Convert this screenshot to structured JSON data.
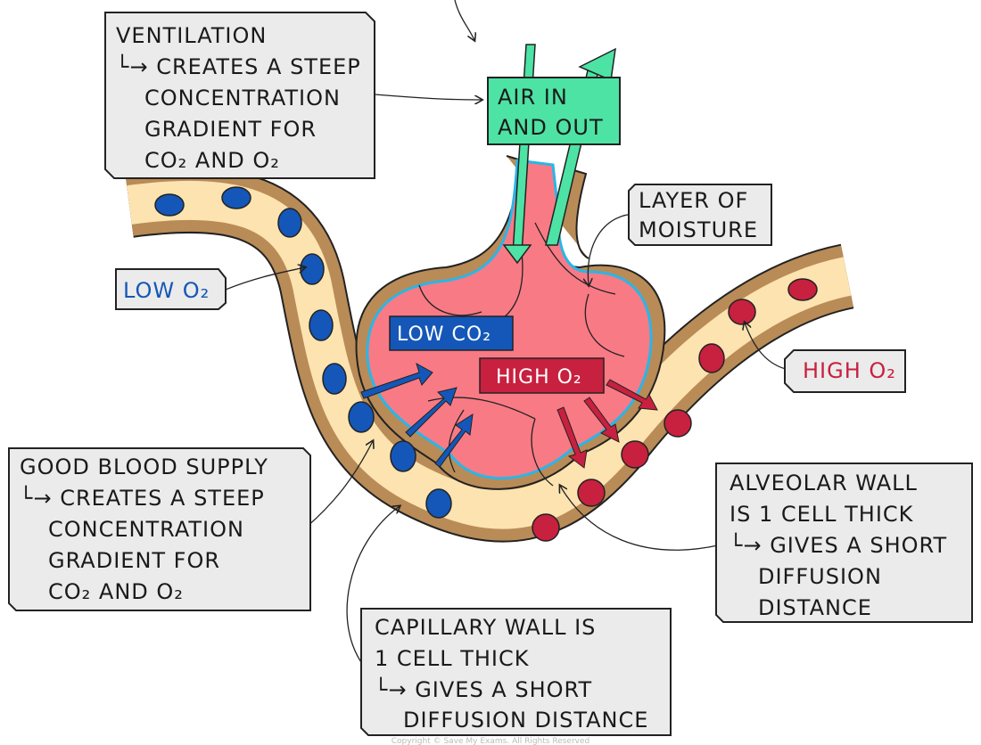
{
  "labels": {
    "ventilation": {
      "title": "VENTILATION",
      "lines": [
        "└→ CREATES A STEEP",
        "CONCENTRATION",
        "GRADIENT FOR",
        "CO₂ AND O₂"
      ]
    },
    "air": {
      "lines": [
        "AIR IN",
        "AND OUT"
      ]
    },
    "moisture": {
      "lines": [
        "LAYER OF",
        "MOISTURE"
      ]
    },
    "low_o2": "LOW O₂",
    "high_o2_side": "HIGH O₂",
    "low_co2": "LOW CO₂",
    "high_o2_box": "HIGH O₂",
    "blood_supply": {
      "title": "GOOD BLOOD SUPPLY",
      "lines": [
        "└→ CREATES A STEEP",
        "CONCENTRATION",
        "GRADIENT FOR",
        "CO₂ AND O₂"
      ]
    },
    "alveolar_wall": {
      "lines": [
        "ALVEOLAR WALL",
        "IS 1 CELL THICK",
        "└→ GIVES A SHORT",
        "DIFFUSION",
        "DISTANCE"
      ]
    },
    "capillary_wall": {
      "lines": [
        "CAPILLARY WALL IS",
        "1 CELL THICK",
        "└→ GIVES A SHORT",
        "DIFFUSION DISTANCE"
      ]
    }
  },
  "copyright": "Copyright © Save My Exams. All Rights Reserved",
  "colors": {
    "vessel_wall": "#b98b57",
    "plasma": "#fce3b0",
    "alveolus": "#f87a85",
    "moisture": "#29b6e8",
    "air_arrow": "#4de3a4",
    "deoxygenated": "#1457b8",
    "oxygenated": "#c8203f",
    "label_box": "#ebebeb"
  }
}
